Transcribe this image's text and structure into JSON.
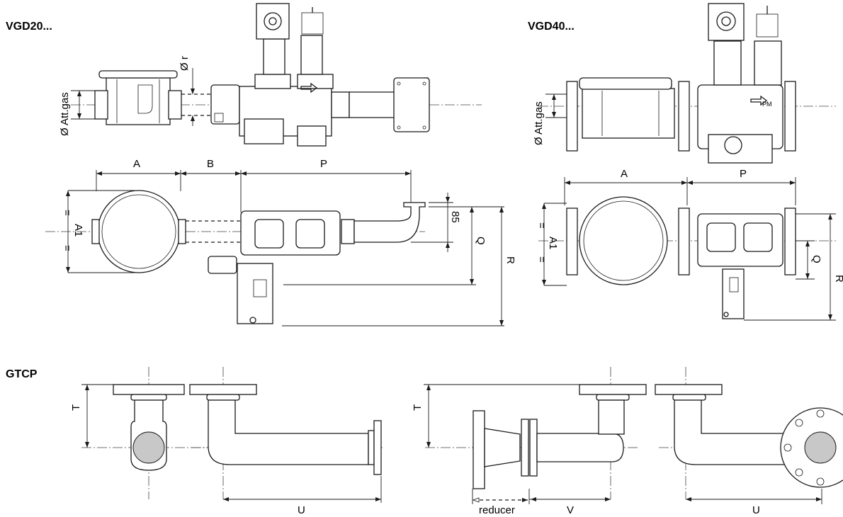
{
  "titles": {
    "vgd20": "VGD20...",
    "vgd40": "VGD40...",
    "gtcp": "GTCP"
  },
  "dimensions": {
    "att_gas": "Ø Att.gas",
    "r_small": "Ø r",
    "A": "A",
    "B": "B",
    "P": "P",
    "A1": "A1",
    "equal": "=",
    "d85": "85",
    "Q": "Q",
    "R": "R",
    "T": "T",
    "U": "U",
    "V": "V",
    "reducer": "reducer",
    "PM": "PM"
  }
}
